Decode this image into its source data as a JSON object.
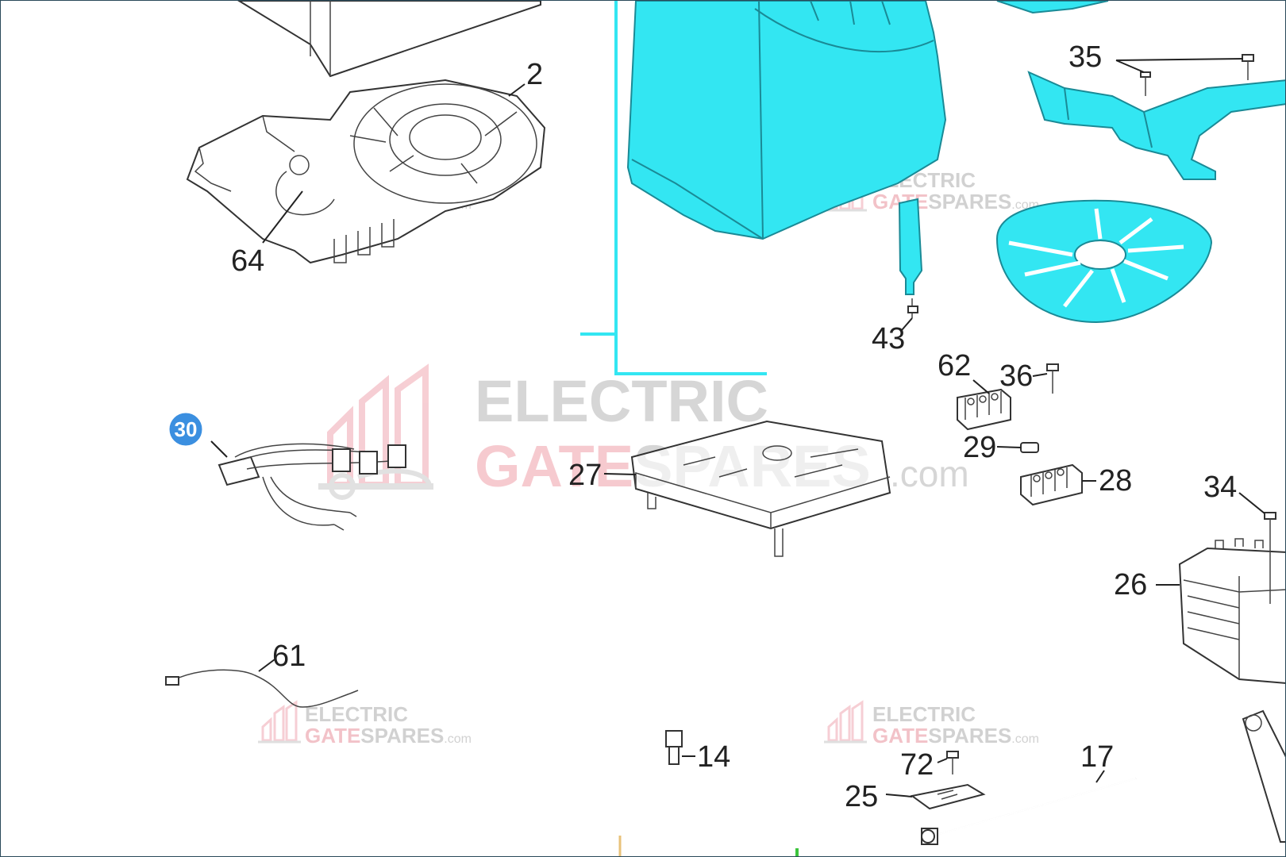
{
  "diagram": {
    "selected_part": "30",
    "highlight_color": "#33e6f2",
    "badge_color": "#3b8fe0",
    "callouts": {
      "c2": "2",
      "c64": "64",
      "c35": "35",
      "c43": "43",
      "c62": "62",
      "c36": "36",
      "c29": "29",
      "c28": "28",
      "c27": "27",
      "c34": "34",
      "c26": "26",
      "c61": "61",
      "c14": "14",
      "c72": "72",
      "c25": "25",
      "c17": "17"
    }
  },
  "watermark": {
    "line1": "ELECTRIC",
    "line2_a": "GATE",
    "line2_b": "SPARES",
    "suffix": ".com"
  }
}
